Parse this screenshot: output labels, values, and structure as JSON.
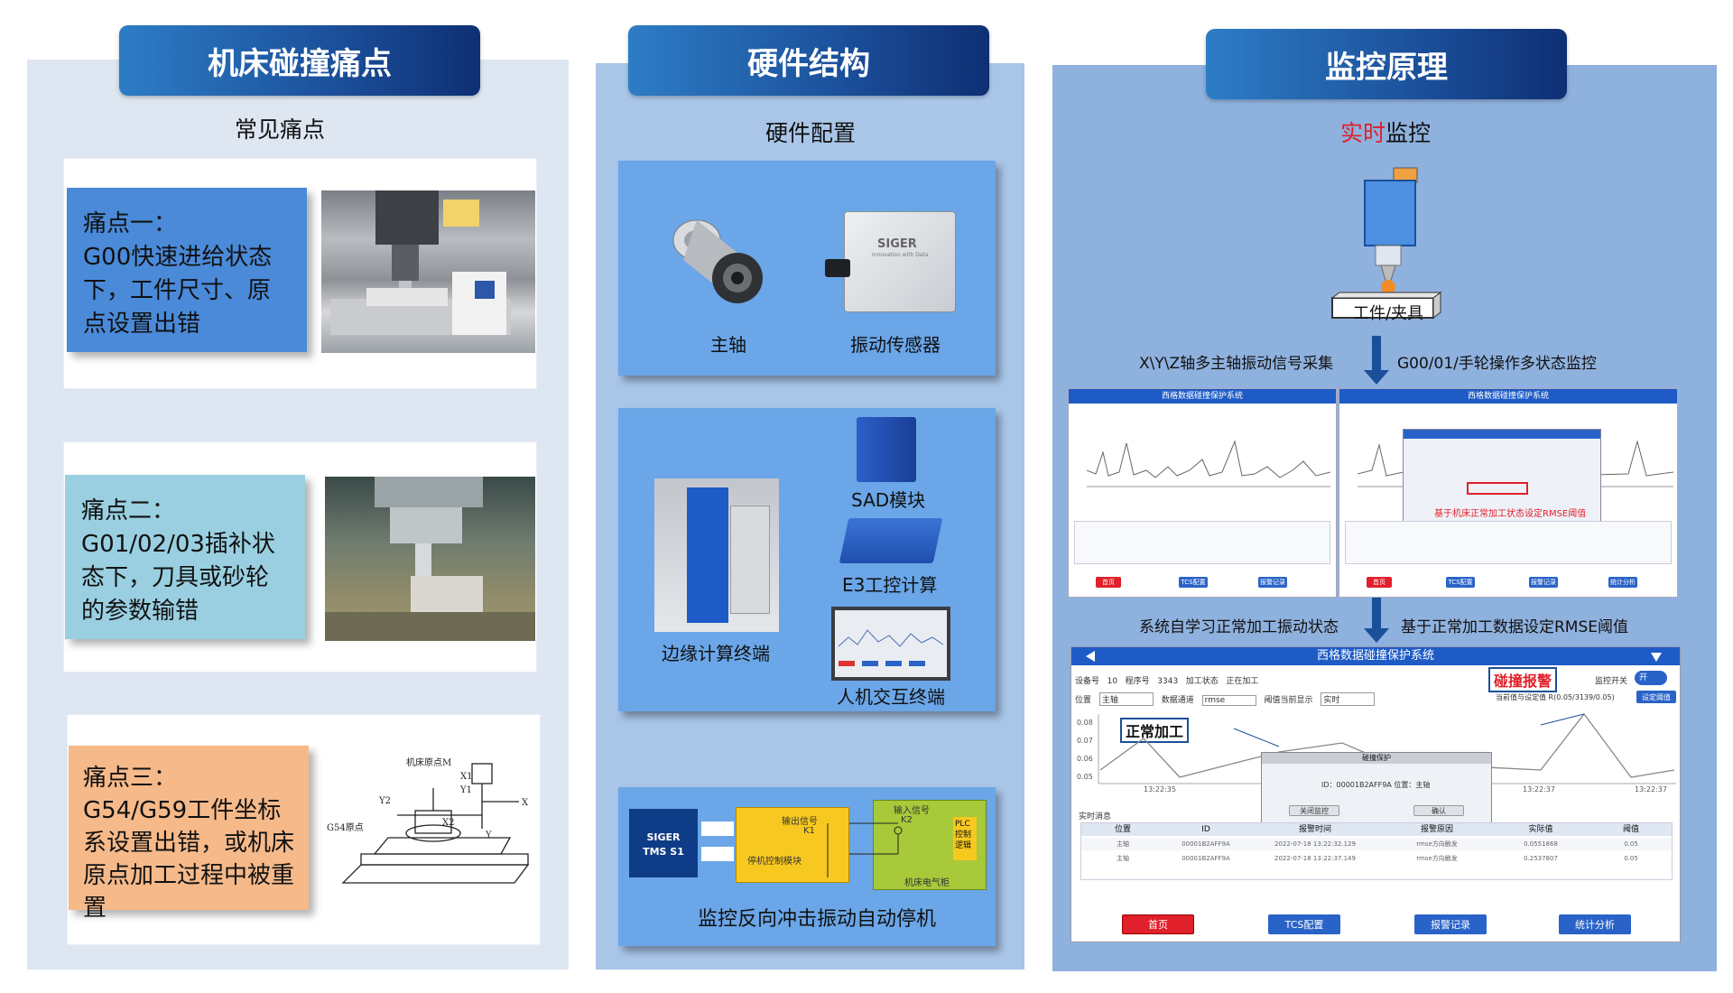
{
  "col1": {
    "header": "机床碰撞痛点",
    "subtitle": "常见痛点",
    "pains": [
      {
        "title": "痛点一：",
        "text": "G00快速进给状态下，工件尺寸、原点设置出错"
      },
      {
        "title": "痛点二：",
        "text": "G01/02/03插补状态下，刀具或砂轮的参数输错"
      },
      {
        "title": "痛点三：",
        "text": "G54/G59工件坐标系设置出错，或机床原点加工过程中被重置"
      }
    ],
    "diagram_labels": {
      "origin": "机床原点M",
      "g54": "G54原点",
      "x1": "X1",
      "x2": "X2",
      "y1": "Y1",
      "y2": "Y2",
      "x": "X",
      "y": "Y"
    }
  },
  "col2": {
    "header": "硬件结构",
    "subtitle": "硬件配置",
    "box1": {
      "spindle": "主轴",
      "sensor": "振动传感器",
      "sensor_brand": "SIGER",
      "sensor_tag": "Innovation with Data"
    },
    "box2": {
      "edge": "边缘计算终端",
      "sad": "SAD模块",
      "e3": "E3工控计算",
      "hmi": "人机交互终端"
    },
    "box3": {
      "device_line1": "SIGER",
      "device_line2": "TMS S1",
      "out_signal": "输出信号",
      "k1": "K1",
      "stop_module": "停机控制模块",
      "in_signal": "输入信号",
      "k2": "K2",
      "plc": "PLC控制逻辑",
      "cabinet": "机床电气柜",
      "caption": "监控反向冲击振动自动停机"
    }
  },
  "col3": {
    "header": "监控原理",
    "subtitle_red": "实时",
    "subtitle_rest": "监控",
    "workpiece": "工件/夹具",
    "left_note1": "X\\Y\\Z轴多主轴振动信号采集",
    "right_note1": "G00/01/手轮操作多状态监控",
    "left_note2": "系统自学习正常加工振动状态",
    "right_note2": "基于正常加工数据设定RMSE阈值",
    "screen_title": "西格数据碰撞保护系统",
    "red_note": "基于机床正常加工状态设定RMSE阈值",
    "buttons": [
      "首页",
      "TCS配置",
      "报警记录",
      "统计分析"
    ],
    "big": {
      "device_label": "设备号",
      "device_no": "10",
      "program_label": "程序号",
      "program_no": "3343",
      "state_label": "加工状态",
      "state_value": "正在加工",
      "position_label": "位置",
      "position_value": "主轴",
      "channel_label": "数据通道",
      "channel_value": "rmse",
      "display_label": "阈值当前显示",
      "display_value": "实时",
      "switch_label": "监控开关",
      "switch_value": "开",
      "alarm": "碰撞报警",
      "normal": "正常加工",
      "ratio": "当前值与设定值 R(0.05/3139/0.05)",
      "set_btn": "设定阈值",
      "yticks": [
        "0.08",
        "0.07",
        "0.06",
        "0.05"
      ],
      "xticks": [
        "13:22:35",
        "13:22:37",
        "13:22:37"
      ],
      "dialog_title": "碰撞保护",
      "dialog_text": "ID：00001B2AFF9A  位置：主轴",
      "dialog_btn1": "关闭监控",
      "dialog_btn2": "确认",
      "msg_label": "实时消息",
      "table_headers": [
        "位置",
        "ID",
        "报警时间",
        "报警原因",
        "实际值",
        "阈值"
      ],
      "rows": [
        [
          "主轴",
          "00001B2AFF9A",
          "2022-07-18 13:22:32.129",
          "rmse方向触发",
          "0.0551868",
          "0.05"
        ],
        [
          "主轴",
          "00001B2AFF9A",
          "2022-07-18 13:22:37.149",
          "rmse方向触发",
          "0.2537807",
          "0.05"
        ]
      ]
    }
  },
  "colors": {
    "header_dark": "#0e2f74",
    "header_light": "#2d7dc6",
    "pain1": "#4a8ad8",
    "pain2": "#99cfe0",
    "pain3": "#f5b98a",
    "alarm_red": "#e0202a",
    "arrow": "#1b4f9a"
  }
}
